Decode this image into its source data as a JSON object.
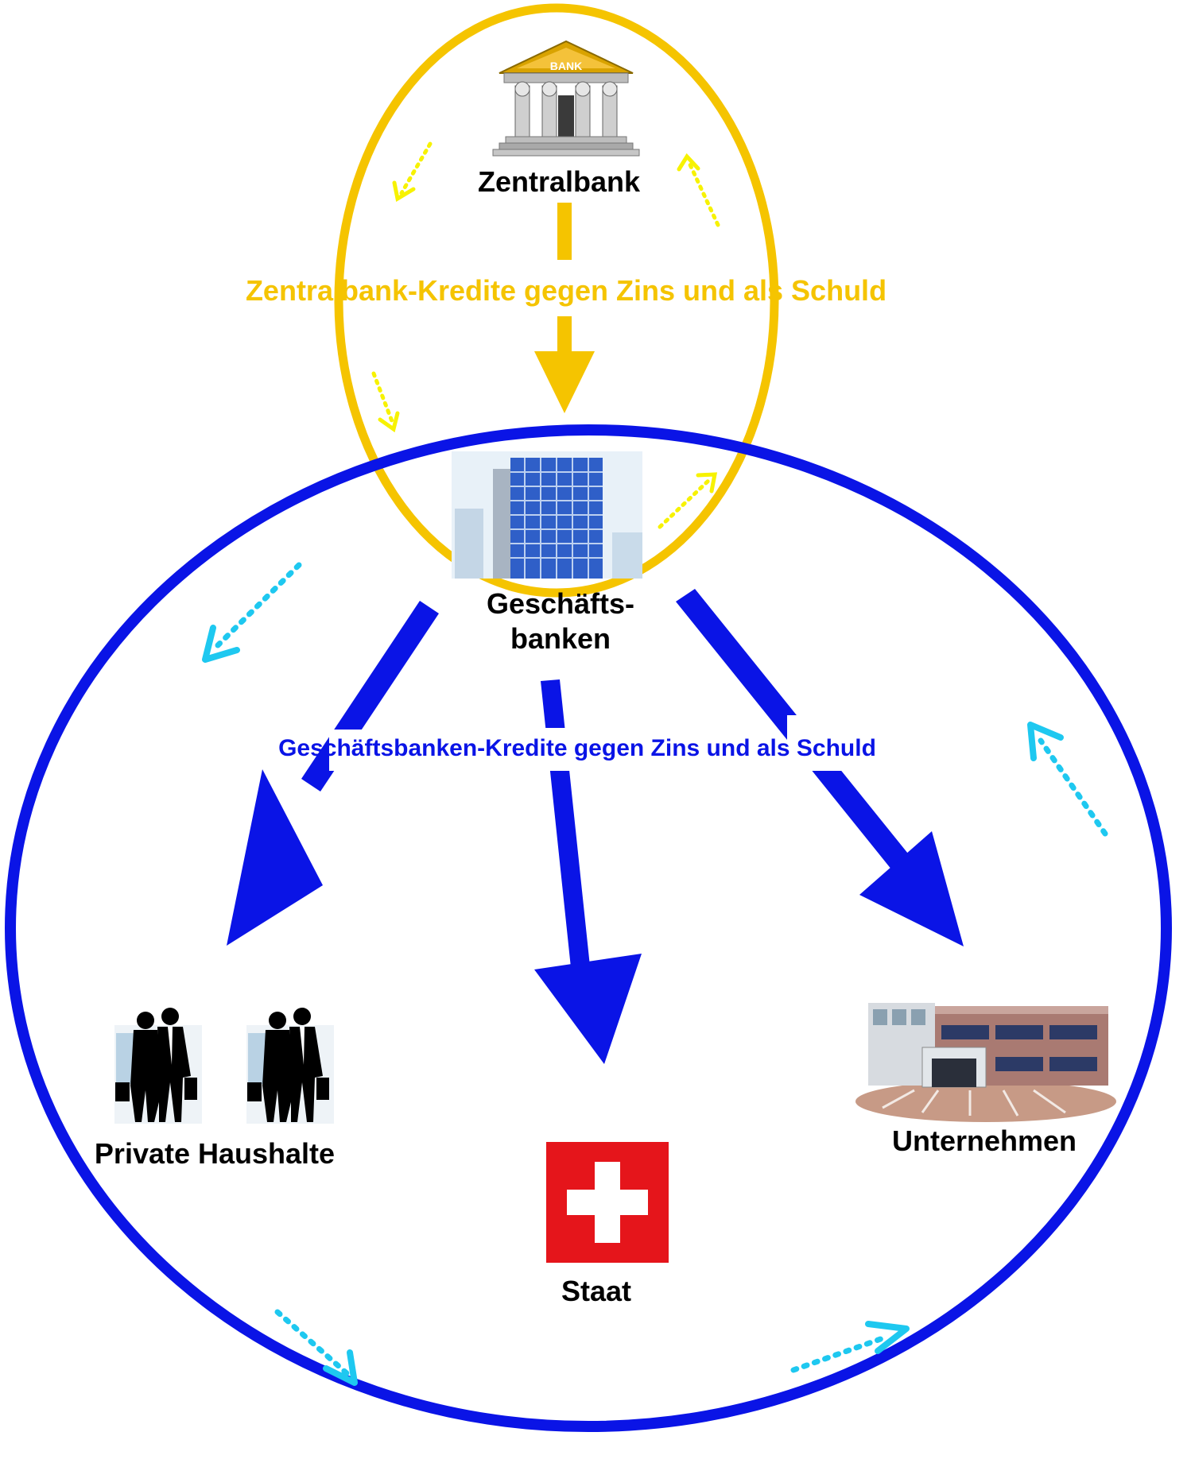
{
  "nodes": {
    "central_bank": {
      "label": "Zentralbank",
      "sign": "BANK"
    },
    "commercial_banks": {
      "label_line1": "Geschäfts-",
      "label_line2": "banken"
    },
    "households": {
      "label": "Private Haushalte"
    },
    "state": {
      "label": "Staat"
    },
    "companies": {
      "label": "Unternehmen"
    }
  },
  "flows": {
    "central_bank_credit": "Zentralbank-Kredite gegen Zins und als Schuld",
    "commercial_bank_credit": "Geschäftsbanken-Kredite gegen Zins und als Schuld"
  },
  "colors": {
    "central_cycle": "#F5C400",
    "commercial_cycle": "#0A14E6",
    "central_dotted": "#F7F200",
    "commercial_dotted": "#1EC8F0",
    "flag_red": "#E5151B"
  },
  "icons": {
    "central_bank": "bank-building-icon",
    "commercial_banks": "office-tower-icon",
    "households": "business-people-icon",
    "state": "swiss-flag-icon",
    "companies": "company-building-icon"
  }
}
